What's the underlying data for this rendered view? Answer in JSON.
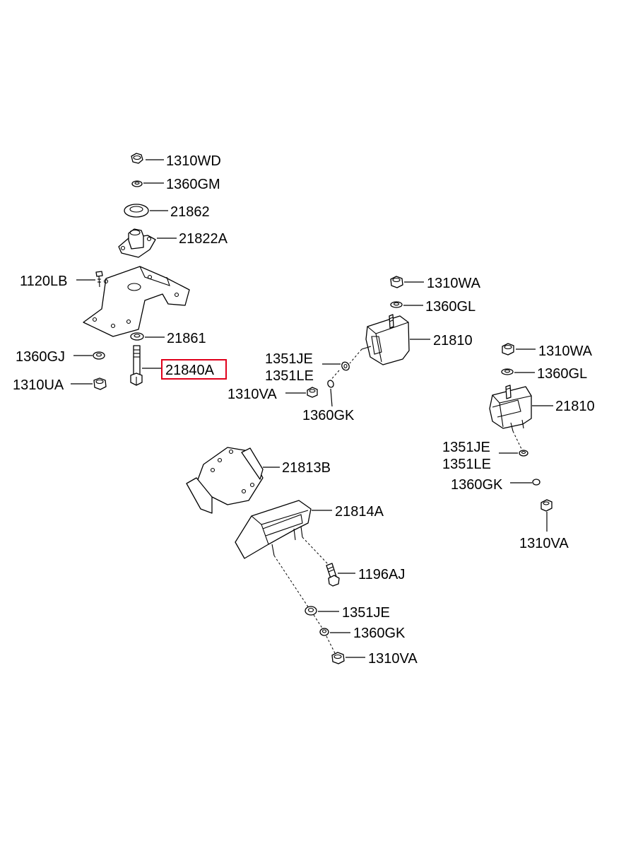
{
  "diagram": {
    "highlight_color": "#e0001b",
    "labels": {
      "top_nut": "1310WD",
      "top_washer": "1360GM",
      "bushing_ring": "21862",
      "bracket_upper": "21822A",
      "bolt_1120": "1120LB",
      "washer_21861": "21861",
      "washer_1360gj": "1360GJ",
      "bolt_21840a": "21840A",
      "nut_1310ua": "1310UA",
      "mid_nut_wa": "1310WA",
      "mid_washer_gl": "1360GL",
      "mid_mount": "21810",
      "mid_1351je": "1351JE",
      "mid_1351le": "1351LE",
      "mid_1310va": "1310VA",
      "mid_1360gk": "1360GK",
      "right_nut_wa": "1310WA",
      "right_washer_gl": "1360GL",
      "right_mount": "21810",
      "right_1351je": "1351JE",
      "right_1351le": "1351LE",
      "right_1360gk": "1360GK",
      "right_1310va": "1310VA",
      "insulator": "21813B",
      "mount_bracket": "21814A",
      "bolt_1196aj": "1196AJ",
      "low_1351je": "1351JE",
      "low_1360gk": "1360GK",
      "low_1310va": "1310VA"
    }
  }
}
